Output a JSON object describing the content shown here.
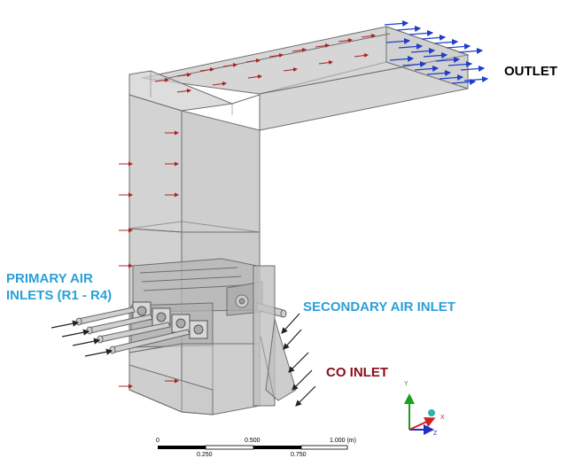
{
  "labels": {
    "outlet": "OUTLET",
    "primary_air": [
      "PRIMARY AIR",
      "INLETS  (R1 - R4)"
    ],
    "secondary_air": "SECONDARY AIR INLET",
    "co_inlet": "CO INLET"
  },
  "colors": {
    "geometry_fill": "#c8c8c8",
    "geometry_edge": "#6e6e6e",
    "inflow_arrow": "#b02020",
    "outflow_arrow": "#1f3fc8",
    "inlet_arrow": "#222222",
    "label_blue": "#2a9fd8",
    "label_red": "#8b0d1a"
  },
  "scale_bar": {
    "ticks_top": [
      "0",
      "0.500",
      "1.000  (m)"
    ],
    "ticks_bottom": [
      "0.250",
      "0.750"
    ]
  },
  "triad": {
    "axes": [
      "Y",
      "X",
      "Z"
    ],
    "colors": {
      "Y": "#1aa01a",
      "X": "#d02020",
      "Z": "#2030c0",
      "origin": "#30b0b0"
    }
  }
}
